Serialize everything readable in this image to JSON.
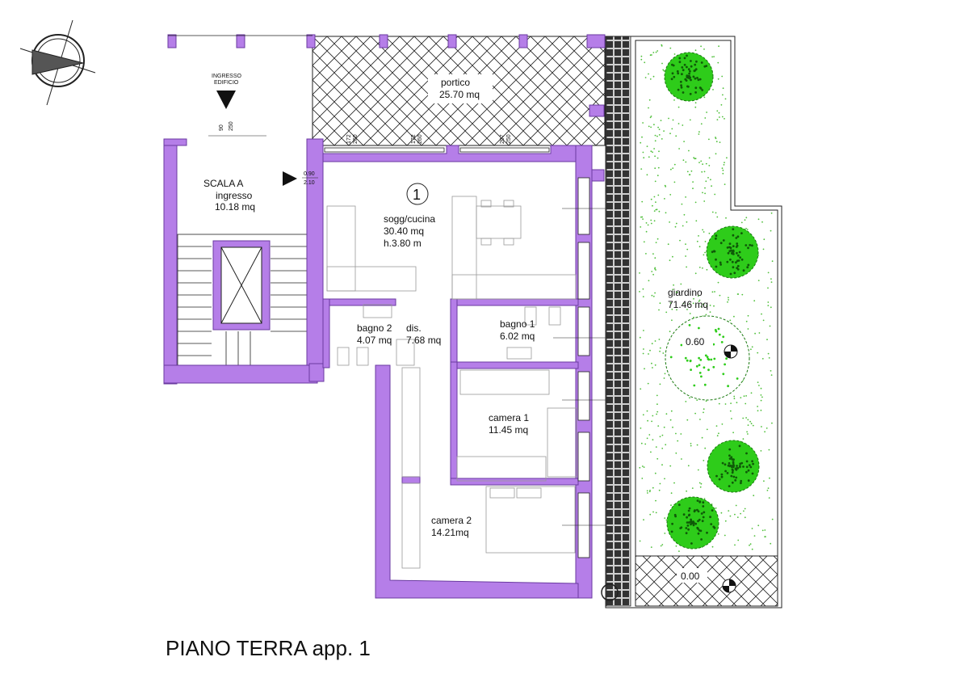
{
  "title": "PIANO TERRA app. 1",
  "unit_number": "1",
  "entrance": {
    "line1": "INGRESSO",
    "line2": "EDIFICIO",
    "dim_a": "90",
    "dim_b": "250"
  },
  "door_marker": {
    "w": "0.90",
    "h": "2.10"
  },
  "rooms": {
    "scala": {
      "name": "SCALA A",
      "sub": "ingresso",
      "area": "10.18 mq"
    },
    "portico": {
      "name": "portico",
      "area": "25.70 mq"
    },
    "soggiorno": {
      "name": "sogg/cucina",
      "area": "30.40 mq",
      "height": "h.3.80 m"
    },
    "bagno2": {
      "name": "bagno 2",
      "area": "4.07 mq"
    },
    "disimpegno": {
      "name": "dis.",
      "area": "7.68 mq"
    },
    "bagno1": {
      "name": "bagno 1",
      "area": "6.02 mq"
    },
    "camera1": {
      "name": "camera 1",
      "area": "11.45 mq"
    },
    "camera2": {
      "name": "camera 2",
      "area": "14.21mq"
    },
    "giardino": {
      "name": "giardino",
      "area": "71.46 mq"
    }
  },
  "levels": {
    "garden": "0.60",
    "lower": "0.00"
  },
  "window_dims": [
    "172",
    "260",
    "172",
    "260",
    "207",
    "250"
  ],
  "colors": {
    "wall": "#b57ee8",
    "wall_stroke": "#6a3aa0",
    "tree": "#2ecc1a",
    "grass": "#4fbf3a"
  }
}
